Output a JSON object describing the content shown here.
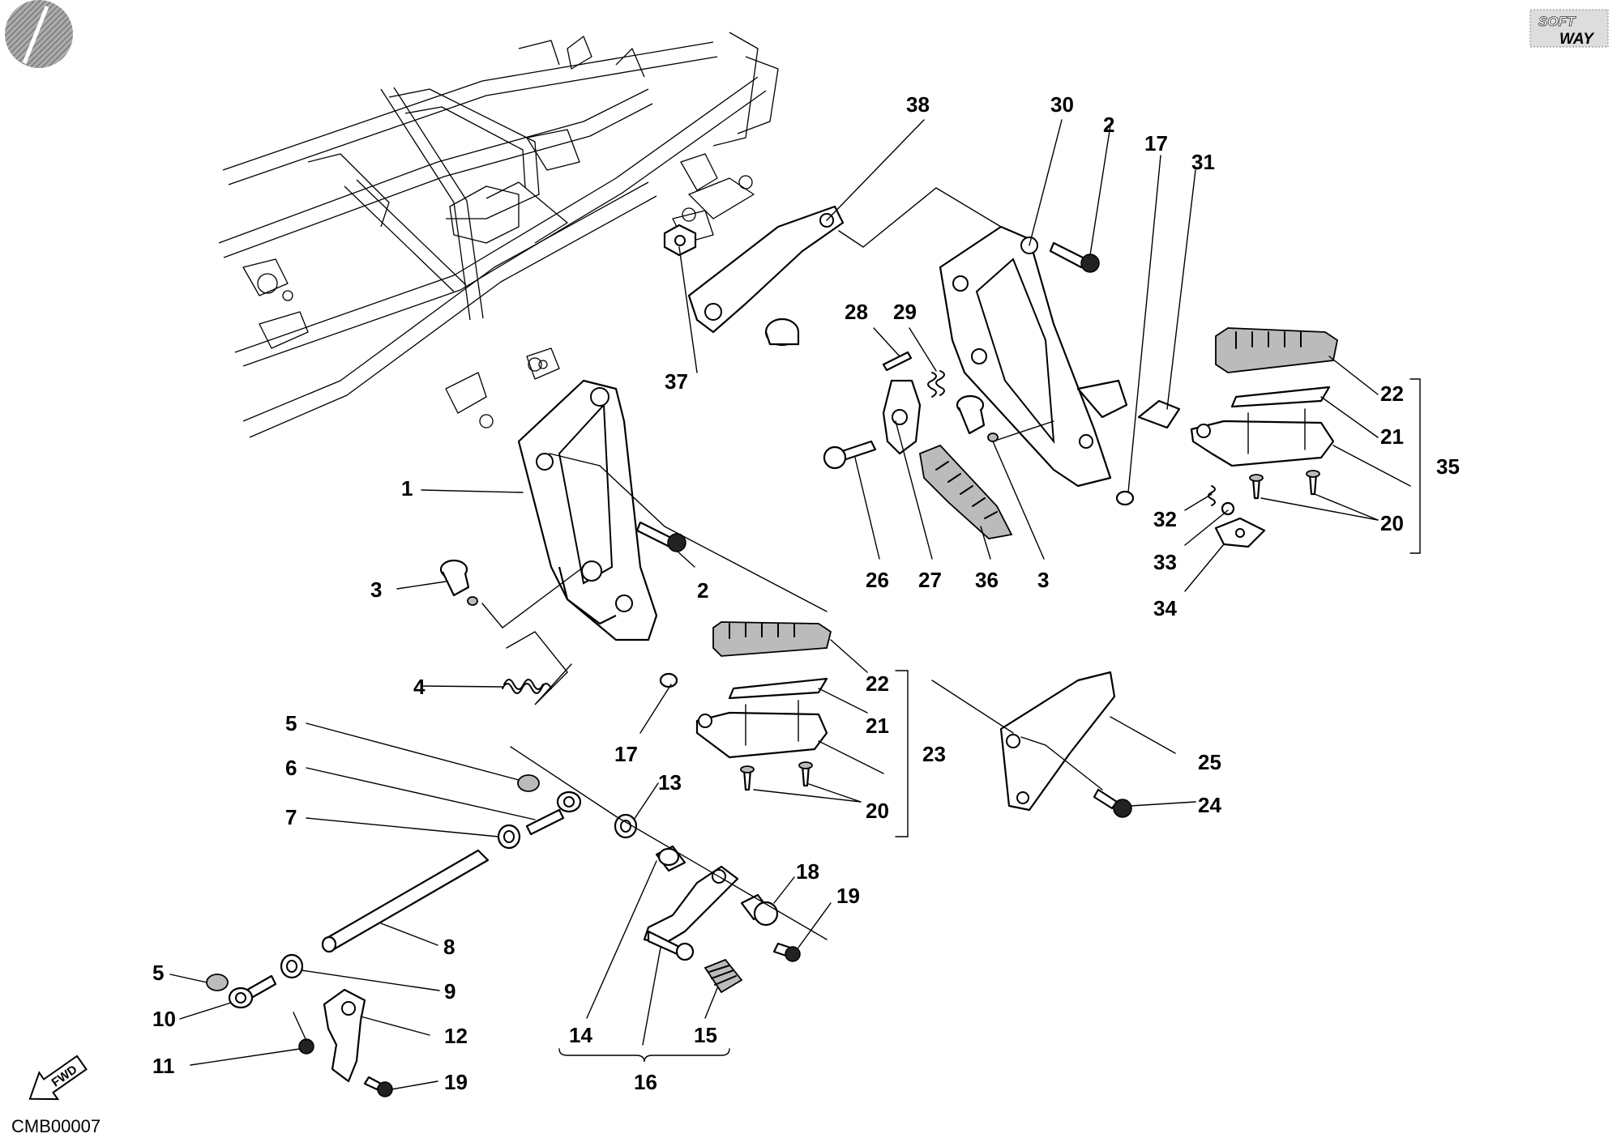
{
  "diagram": {
    "code": "CMB00007",
    "fwd_label": "FWD",
    "logo": {
      "line1": "SOFT",
      "line2": "WAY"
    },
    "callouts": [
      {
        "id": "c38",
        "text": "38"
      },
      {
        "id": "c30",
        "text": "30"
      },
      {
        "id": "c2a",
        "text": "2"
      },
      {
        "id": "c17a",
        "text": "17"
      },
      {
        "id": "c31",
        "text": "31"
      },
      {
        "id": "c28",
        "text": "28"
      },
      {
        "id": "c29",
        "text": "29"
      },
      {
        "id": "c37",
        "text": "37"
      },
      {
        "id": "c22a",
        "text": "22"
      },
      {
        "id": "c21a",
        "text": "21"
      },
      {
        "id": "c35",
        "text": "35"
      },
      {
        "id": "c32",
        "text": "32"
      },
      {
        "id": "c20a",
        "text": "20"
      },
      {
        "id": "c33",
        "text": "33"
      },
      {
        "id": "c34",
        "text": "34"
      },
      {
        "id": "c26",
        "text": "26"
      },
      {
        "id": "c27",
        "text": "27"
      },
      {
        "id": "c36",
        "text": "36"
      },
      {
        "id": "c3a",
        "text": "3"
      },
      {
        "id": "c1",
        "text": "1"
      },
      {
        "id": "c2b",
        "text": "2"
      },
      {
        "id": "c3b",
        "text": "3"
      },
      {
        "id": "c4",
        "text": "4"
      },
      {
        "id": "c22b",
        "text": "22"
      },
      {
        "id": "c21b",
        "text": "21"
      },
      {
        "id": "c23",
        "text": "23"
      },
      {
        "id": "c17b",
        "text": "17"
      },
      {
        "id": "c20b",
        "text": "20"
      },
      {
        "id": "c25",
        "text": "25"
      },
      {
        "id": "c24",
        "text": "24"
      },
      {
        "id": "c5a",
        "text": "5"
      },
      {
        "id": "c6",
        "text": "6"
      },
      {
        "id": "c7",
        "text": "7"
      },
      {
        "id": "c13",
        "text": "13"
      },
      {
        "id": "c18",
        "text": "18"
      },
      {
        "id": "c19a",
        "text": "19"
      },
      {
        "id": "c8",
        "text": "8"
      },
      {
        "id": "c5b",
        "text": "5"
      },
      {
        "id": "c9",
        "text": "9"
      },
      {
        "id": "c10",
        "text": "10"
      },
      {
        "id": "c12",
        "text": "12"
      },
      {
        "id": "c11",
        "text": "11"
      },
      {
        "id": "c19b",
        "text": "19"
      },
      {
        "id": "c14",
        "text": "14"
      },
      {
        "id": "c15",
        "text": "15"
      },
      {
        "id": "c16",
        "text": "16"
      }
    ]
  }
}
